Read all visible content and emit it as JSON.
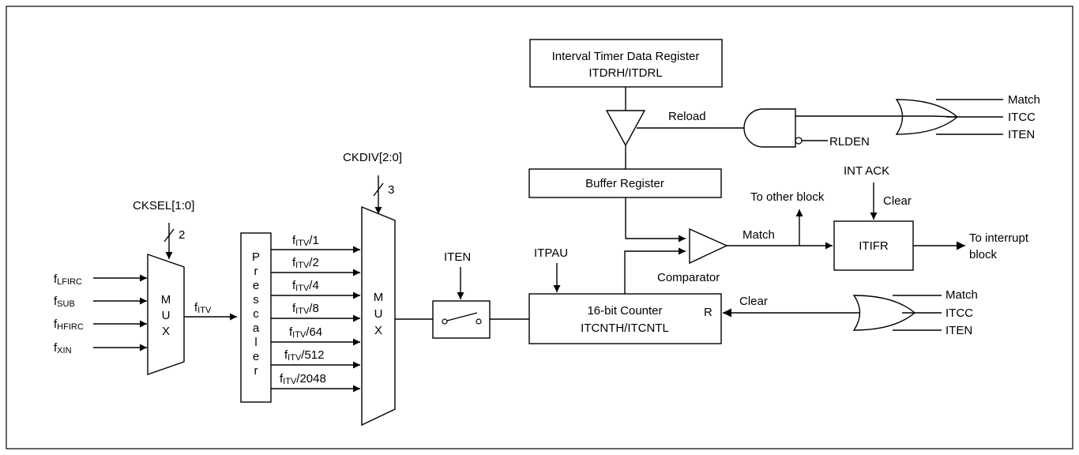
{
  "blocks": {
    "mux1": [
      "M",
      "U",
      "X"
    ],
    "prescaler": [
      "P",
      "r",
      "e",
      "s",
      "c",
      "a",
      "l",
      "e",
      "r"
    ],
    "mux2": [
      "M",
      "U",
      "X"
    ],
    "data_register": {
      "line1": "Interval Timer Data Register",
      "line2": "ITDRH/ITDRL"
    },
    "buffer_register": "Buffer Register",
    "counter": {
      "line1": "16-bit Counter",
      "line2": "ITCNTH/ITCNTL",
      "reset_pin": "R"
    },
    "itifr": "ITIFR"
  },
  "clock_inputs": [
    {
      "main": "f",
      "sub": "LFIRC"
    },
    {
      "main": "f",
      "sub": "SUB"
    },
    {
      "main": "f",
      "sub": "HFIRC"
    },
    {
      "main": "f",
      "sub": "XIN"
    }
  ],
  "cksel": {
    "label": "CKSEL[1:0]",
    "width": "2"
  },
  "fitv": {
    "main": "f",
    "sub": "ITV"
  },
  "divider_outputs": [
    {
      "main": "f",
      "sub": "ITV",
      "div": "/1"
    },
    {
      "main": "f",
      "sub": "ITV",
      "div": "/2"
    },
    {
      "main": "f",
      "sub": "ITV",
      "div": "/4"
    },
    {
      "main": "f",
      "sub": "ITV",
      "div": "/8"
    },
    {
      "main": "f",
      "sub": "ITV",
      "div": "/64"
    },
    {
      "main": "f",
      "sub": "ITV",
      "div": "/512"
    },
    {
      "main": "f",
      "sub": "ITV",
      "div": "/2048"
    }
  ],
  "ckdiv": {
    "label": "CKDIV[2:0]",
    "width": "3"
  },
  "labels": {
    "iten_switch": "ITEN",
    "itpau": "ITPAU",
    "reload": "Reload",
    "rlden": "RLDEN",
    "comparator": "Comparator",
    "match": "Match",
    "to_other_block": "To other block",
    "int_ack": "INT ACK",
    "clear_itifr": "Clear",
    "clear_counter": "Clear",
    "to_interrupt_line1": "To interrupt",
    "to_interrupt_line2": "block"
  },
  "or_gate_top_inputs": [
    "Match",
    "ITCC",
    "ITEN"
  ],
  "or_gate_bottom_inputs": [
    "Match",
    "ITCC",
    "ITEN"
  ]
}
